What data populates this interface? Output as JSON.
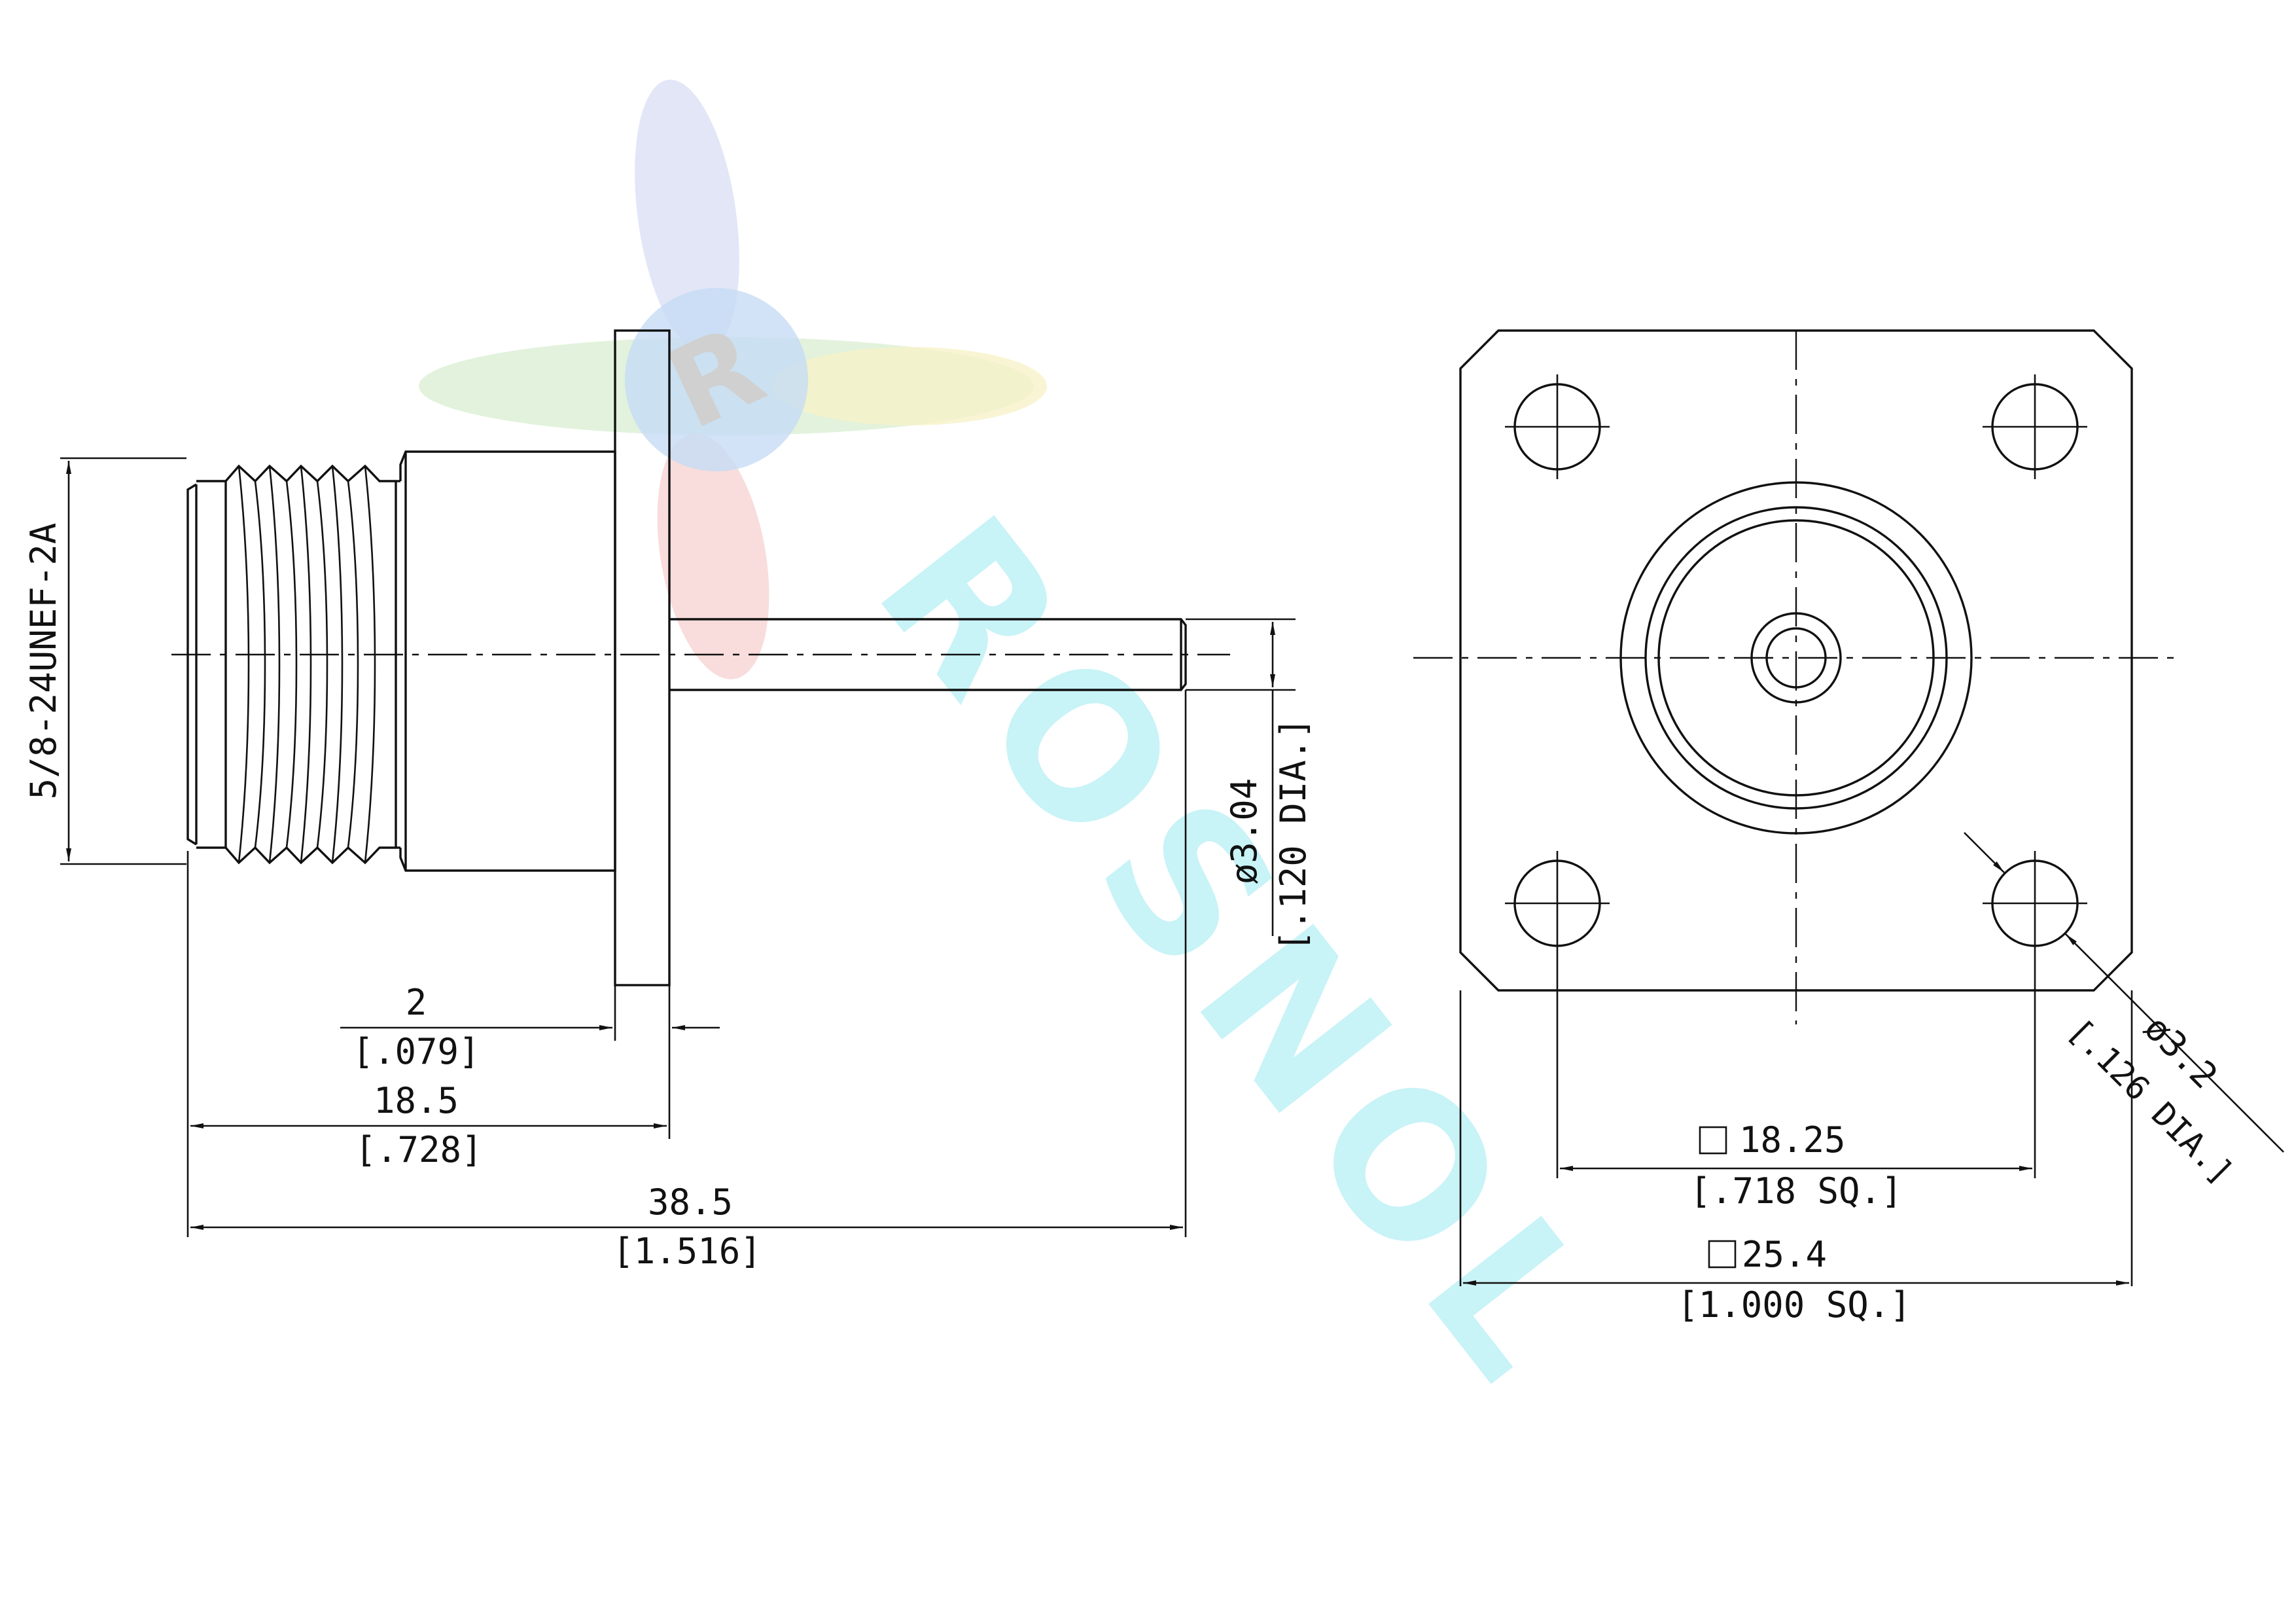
{
  "watermark": {
    "brand_text": "ROSNOL",
    "logo_letter": "R",
    "colors": {
      "blue": "#bcd6f2",
      "green": "#cfe8c4",
      "yellow": "#f5f0bf",
      "red": "#f4c7c7",
      "cyan": "#bff1f6"
    }
  },
  "side_view": {
    "thread_label": "5/8-24UNEF-2A",
    "pin_diameter": {
      "mm": "ø3.04",
      "inch": "[.120 DIA.]"
    },
    "flange_thickness": {
      "mm": "2",
      "inch": "[.079]"
    },
    "body_length": {
      "mm": "18.5",
      "inch": "[.728]"
    },
    "overall_length": {
      "mm": "38.5",
      "inch": "[1.516]"
    }
  },
  "front_view": {
    "hole_spacing": {
      "mm": "18.25",
      "inch": "[.718 SQ.]"
    },
    "flange_size": {
      "mm": "25.4",
      "inch": "[1.000 SQ.]"
    },
    "hole_diameter": {
      "mm": "ø3.2",
      "inch": "[.126 DIA.]"
    }
  }
}
